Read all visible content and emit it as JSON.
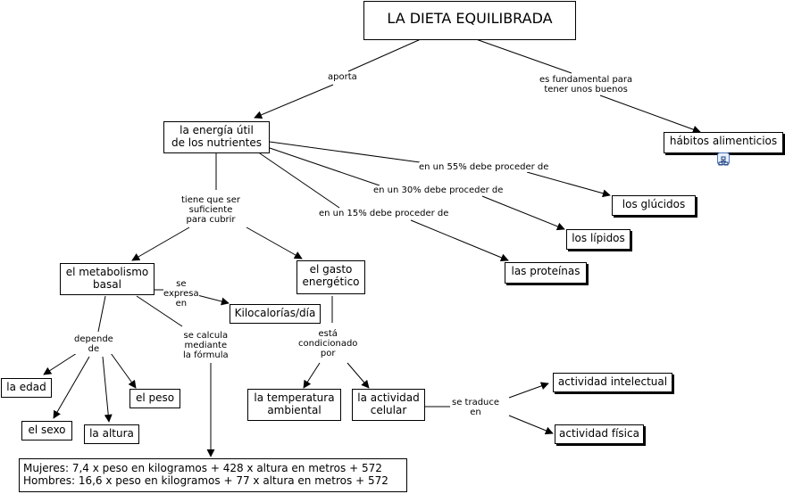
{
  "nodes": {
    "title": "LA DIETA EQUILIBRADA",
    "energia": "la energía útil\nde los nutrientes",
    "habitos": "hábitos alimenticios",
    "glucidos": "los glúcidos",
    "lipidos": "los lípidos",
    "proteinas": "las proteínas",
    "metabolismo": "el metabolismo\nbasal",
    "gasto": "el gasto\nenergético",
    "kilocalorias": "Kilocalorías/día",
    "edad": "la edad",
    "sexo": "el sexo",
    "peso": "el peso",
    "altura": "la altura",
    "temperatura": "la temperatura\nambiental",
    "actividad_celular": "la actividad\ncelular",
    "actividad_intelectual": "actividad intelectual",
    "actividad_fisica": "actividad física",
    "formula": "Mujeres:  7,4 x peso en kilogramos + 428 x altura en metros + 572\nHombres: 16,6 x peso en kilogramos + 77 x altura en metros + 572"
  },
  "links": {
    "aporta": "aporta",
    "fundamental": "es fundamental para\ntener unos buenos",
    "p55": "en un 55% debe proceder de",
    "p30": "en un 30% debe proceder de",
    "p15": "en un 15% debe proceder de",
    "suficiente": "tiene que ser\nsuficiente\npara cubrir",
    "expresa": "se\nexpresa\nen",
    "calcula": "se calcula\nmediante\nla fórmula",
    "depende": "depende\nde",
    "condicionado": "está\ncondicionado\npor",
    "traduce": "se traduce\nen"
  },
  "icons": {
    "submap": "concept-map-icon"
  }
}
